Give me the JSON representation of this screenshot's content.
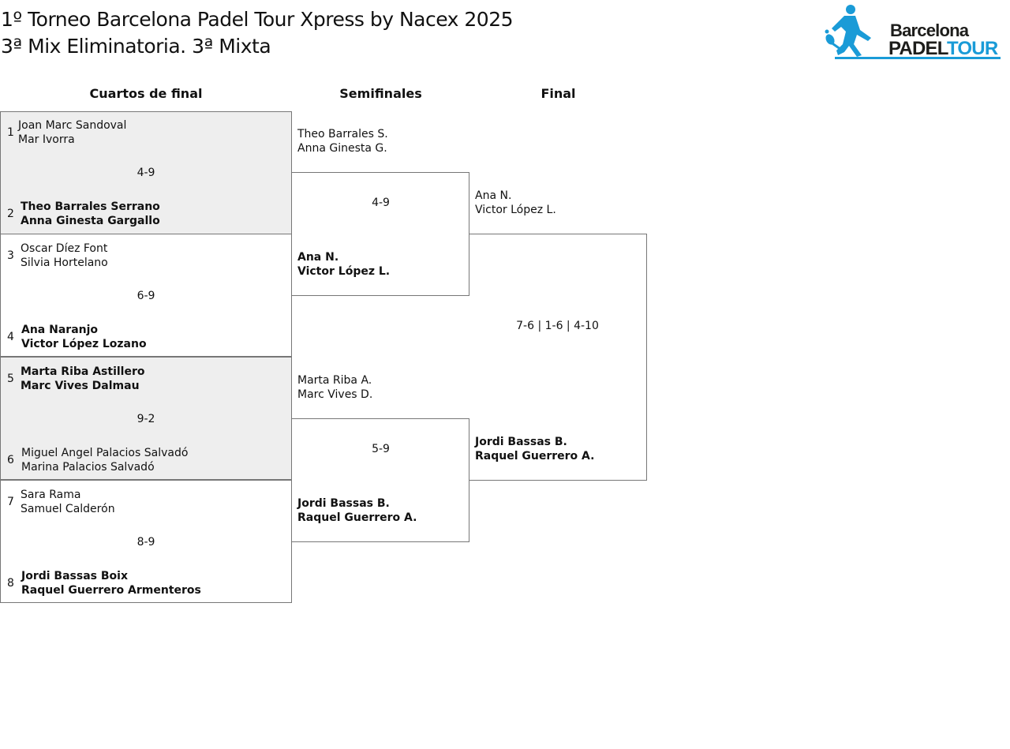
{
  "header": {
    "title_line1": "1º Torneo Barcelona Padel Tour Xpress by Nacex 2025",
    "title_line2": "3ª Mix Eliminatoria. 3ª Mixta",
    "logo_text_top": "Barcelona",
    "logo_text_bottom_a": "PADEL",
    "logo_text_bottom_b": "TOUR",
    "brand_color": "#1a9bd7"
  },
  "rounds": {
    "quarter": "Cuartos de final",
    "semi": "Semifinales",
    "final": "Final"
  },
  "quarterfinals": [
    {
      "score": "4-9",
      "top": {
        "seed": "1",
        "p1": "Joan Marc Sandoval",
        "p2": "Mar Ivorra"
      },
      "bottom": {
        "seed": "2",
        "p1": "Theo Barrales Serrano",
        "p2": "Anna Ginesta Gargallo"
      }
    },
    {
      "score": "6-9",
      "top": {
        "seed": "3",
        "p1": "Oscar Díez Font",
        "p2": "Silvia Hortelano"
      },
      "bottom": {
        "seed": "4",
        "p1": "Ana Naranjo",
        "p2": "Victor López Lozano"
      }
    },
    {
      "score": "9-2",
      "top": {
        "seed": "5",
        "p1": "Marta Riba Astillero",
        "p2": "Marc Vives Dalmau"
      },
      "bottom": {
        "seed": "6",
        "p1": "Miguel Angel Palacios Salvadó",
        "p2": "Marina Palacios Salvadó"
      }
    },
    {
      "score": "8-9",
      "top": {
        "seed": "7",
        "p1": "Sara Rama",
        "p2": "Samuel Calderón"
      },
      "bottom": {
        "seed": "8",
        "p1": "Jordi Bassas Boix",
        "p2": "Raquel Guerrero Armenteros"
      }
    }
  ],
  "semifinals": [
    {
      "score": "4-9",
      "top": {
        "p1": "Theo Barrales S.",
        "p2": "Anna Ginesta G."
      },
      "bottom": {
        "p1": "Ana N.",
        "p2": "Victor López L."
      }
    },
    {
      "score": "5-9",
      "top": {
        "p1": "Marta Riba A.",
        "p2": "Marc Vives D."
      },
      "bottom": {
        "p1": "Jordi Bassas B.",
        "p2": "Raquel Guerrero A."
      }
    }
  ],
  "final": {
    "score": "7-6 | 1-6 | 4-10",
    "top": {
      "p1": "Ana N.",
      "p2": "Victor López L."
    },
    "bottom": {
      "p1": "Jordi Bassas B.",
      "p2": "Raquel Guerrero A."
    }
  }
}
